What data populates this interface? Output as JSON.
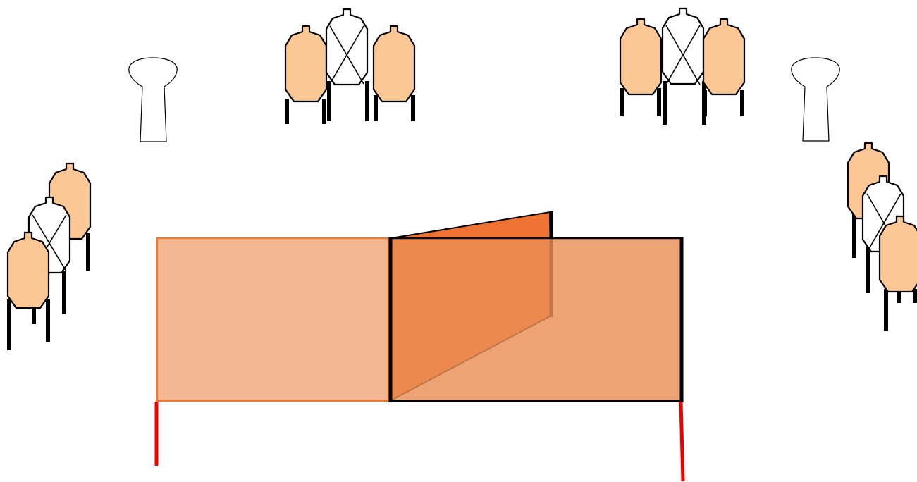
{
  "legend": {},
  "colors": {
    "shoot_target": "#fbc895",
    "no_shoot_target": "#ffffff",
    "barrier_left": "#f3b892",
    "barrier_right": "#ee9e69",
    "swing_panel": "#ee7232",
    "fault_line": "#ee0000",
    "outline": "#000000"
  },
  "elements": [
    {
      "kind": "steel-popper",
      "count": 2
    },
    {
      "kind": "paper-target-group",
      "count": 4,
      "targets_per_group": [
        "shoot",
        "no-shoot",
        "shoot"
      ]
    },
    {
      "kind": "wall-barrier",
      "count": 2
    },
    {
      "kind": "swinging-panel",
      "count": 1
    },
    {
      "kind": "fault-line",
      "count": 2
    }
  ]
}
